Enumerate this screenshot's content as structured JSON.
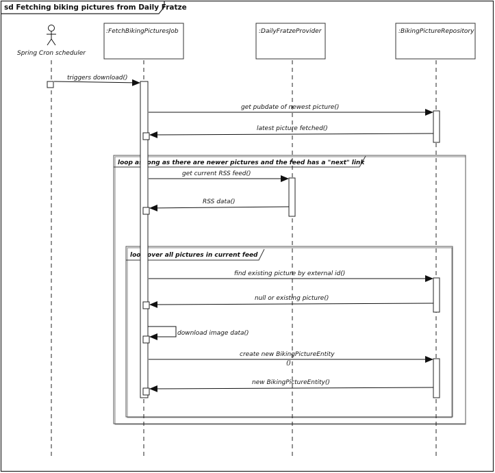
{
  "frame": {
    "title": "sd Fetching biking pictures from Daily Fratze"
  },
  "participants": [
    {
      "id": "scheduler",
      "kind": "actor",
      "label": "Spring Cron scheduler"
    },
    {
      "id": "job",
      "kind": "lifeline",
      "label": ":FetchBikingPicturesJob"
    },
    {
      "id": "provider",
      "kind": "lifeline",
      "label": ":DailyFratzeProvider"
    },
    {
      "id": "repository",
      "kind": "lifeline",
      "label": ":BikingPictureRepository"
    }
  ],
  "messages": [
    {
      "id": "m1",
      "label": "triggers download()"
    },
    {
      "id": "m2",
      "label": "get pubdate of newest picture()"
    },
    {
      "id": "m3",
      "label": "latest picture fetched()"
    },
    {
      "id": "m4",
      "label": "get current RSS feed()"
    },
    {
      "id": "m5",
      "label": "RSS data()"
    },
    {
      "id": "m6",
      "label": "find existing picture by external id()"
    },
    {
      "id": "m7",
      "label": "null or existing picture()"
    },
    {
      "id": "m8",
      "label": "download image data()"
    },
    {
      "id": "m9",
      "label": "create new BikingPictureEntity",
      "label2": "()"
    },
    {
      "id": "m10",
      "label": "new BikingPictureEntity()"
    }
  ],
  "fragments": {
    "outer": {
      "label": "loop as long as there are newer pictures and the feed has a \"next\" link"
    },
    "inner": {
      "label": "loop over all pictures in current feed"
    }
  }
}
